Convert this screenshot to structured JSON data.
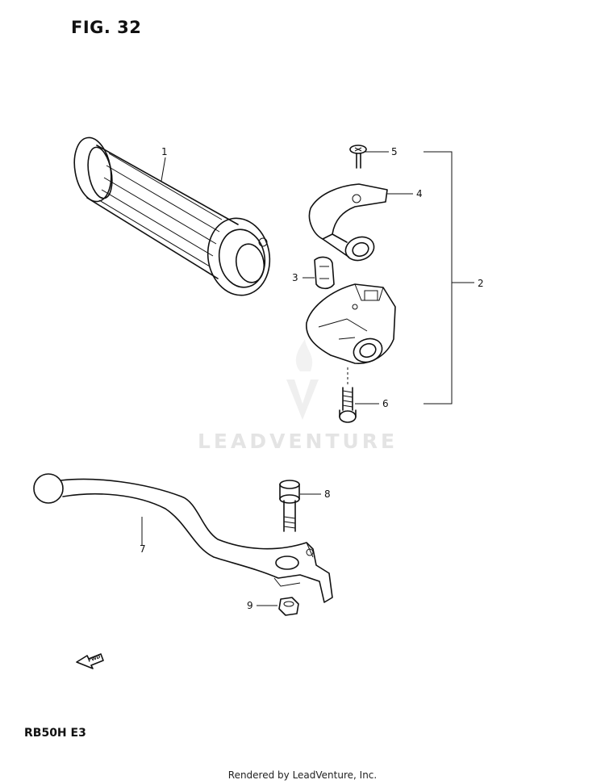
{
  "figure": {
    "title": "FIG. 32",
    "model": "RB50H  E3"
  },
  "watermark": {
    "text": "LEADVENTURE"
  },
  "footer": {
    "text": "Rendered by LeadVenture, Inc."
  },
  "fwd_arrow": {
    "label": "FWD",
    "icon": "fwd-arrow-icon"
  },
  "callouts": [
    {
      "number": "1",
      "part": "grip"
    },
    {
      "number": "2",
      "part": "throttle-housing-assembly"
    },
    {
      "number": "3",
      "part": "clamp-insert"
    },
    {
      "number": "4",
      "part": "upper-housing"
    },
    {
      "number": "5",
      "part": "screw"
    },
    {
      "number": "6",
      "part": "bolt"
    },
    {
      "number": "7",
      "part": "lever"
    },
    {
      "number": "8",
      "part": "pivot-bolt"
    },
    {
      "number": "9",
      "part": "nut"
    }
  ]
}
